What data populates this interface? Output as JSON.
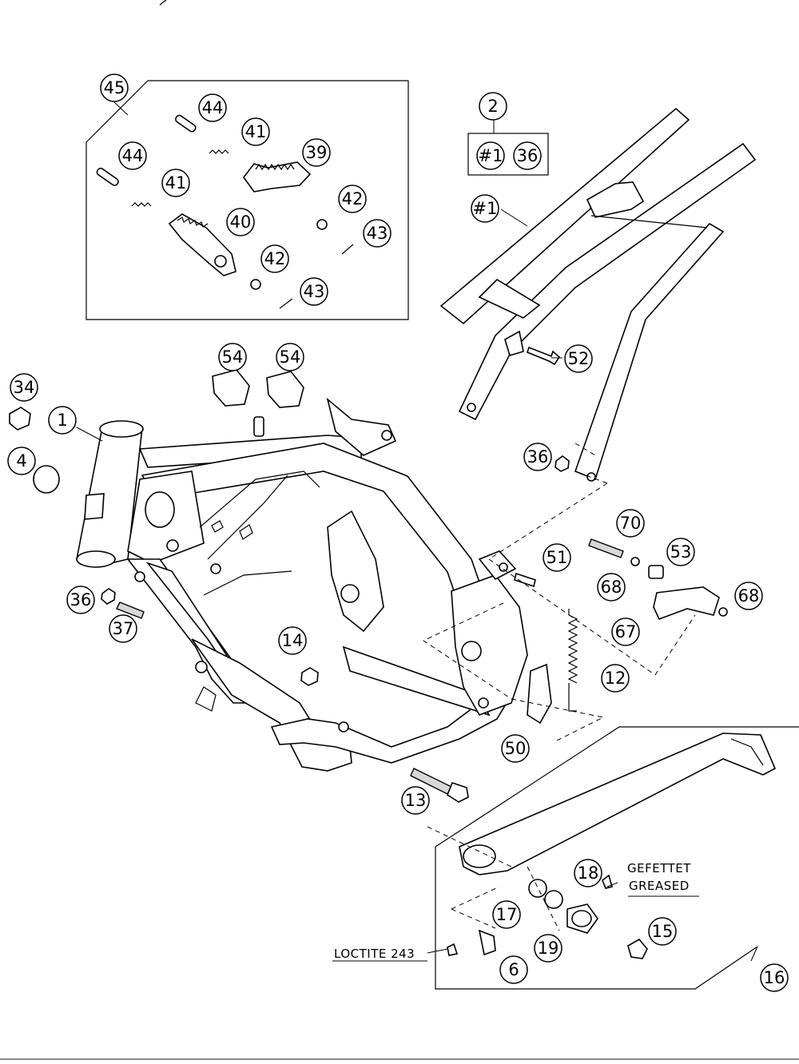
{
  "labels": {
    "p45": "45",
    "p44a": "44",
    "p44b": "44",
    "p41a": "41",
    "p41b": "41",
    "p39": "39",
    "p40": "40",
    "p42a": "42",
    "p42b": "42",
    "p43a": "43",
    "p43b": "43",
    "p2": "2",
    "p1a": "#1",
    "p36a": "36",
    "p1b": "#1",
    "p52": "52",
    "p54a": "54",
    "p54b": "54",
    "p34": "34",
    "p1": "1",
    "p4": "4",
    "p36b": "36",
    "p37": "37",
    "p14": "14",
    "p36c": "36",
    "p70": "70",
    "p51": "51",
    "p53": "53",
    "p68a": "68",
    "p68b": "68",
    "p67": "67",
    "p12": "12",
    "p50": "50",
    "p13": "13",
    "p18": "18",
    "p17": "17",
    "p19": "19",
    "p15": "15",
    "p6": "6",
    "p16": "16"
  },
  "notes": {
    "greased_de": "GEFETTET",
    "greased_en": "GREASED",
    "loctite": "LOCTITE 243"
  }
}
